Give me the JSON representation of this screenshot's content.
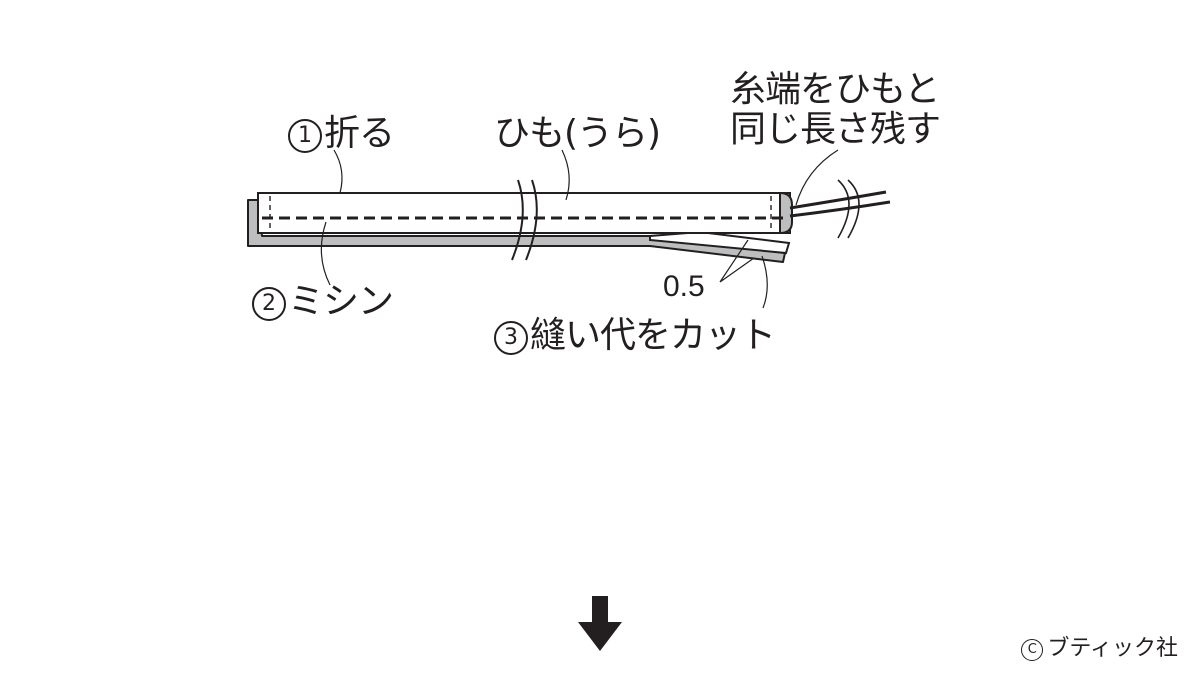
{
  "labels": {
    "fold": {
      "num": "1",
      "text": "折る"
    },
    "cord": "ひも(うら)",
    "thread": {
      "line1": "糸端をひもと",
      "line2": "同じ長さ残す"
    },
    "machine": {
      "num": "2",
      "text": "ミシン"
    },
    "dimension": "0.5",
    "cut": {
      "num": "3",
      "text": "縫い代をカット"
    }
  },
  "copyright": {
    "symbol": "C",
    "text": "ブティック社"
  },
  "colors": {
    "ink": "#231f20",
    "fabric_fill": "#ffffff",
    "fabric_shadow": "#bcbec0"
  },
  "icons": {
    "next_step": "down-arrow-icon"
  }
}
